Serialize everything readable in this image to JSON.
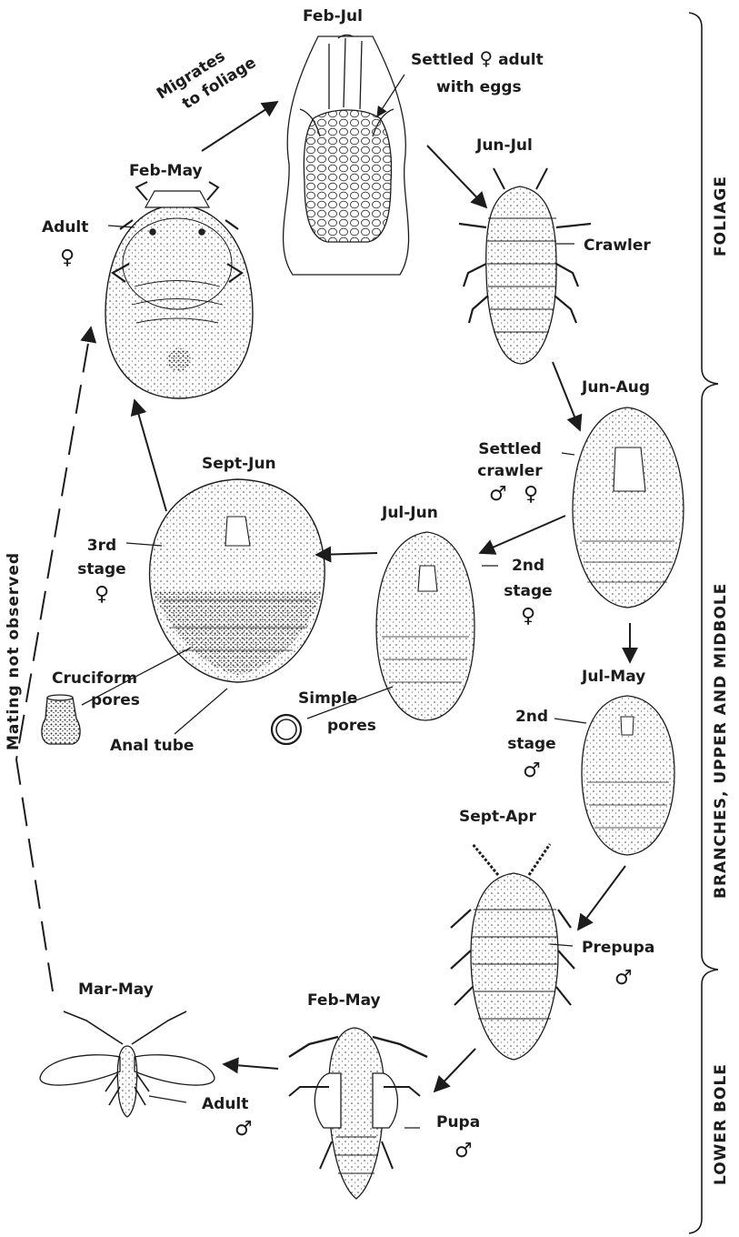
{
  "zones": {
    "foliage": "FOLIAGE",
    "branches": "BRANCHES, UPPER AND MIDBOLE",
    "lower_bole": "LOWER BOLE"
  },
  "mating": "Mating not observed",
  "migrates": [
    "Migrates",
    "to foliage"
  ],
  "symbols": {
    "female": "♀",
    "male": "♂"
  },
  "stages": {
    "adult_female": {
      "date": "Feb-May",
      "label": "Adult"
    },
    "settled_female": {
      "date": "Feb-Jul",
      "label_line1": "Settled",
      "label_line1_end": "adult",
      "label_line2": "with eggs"
    },
    "crawler": {
      "date": "Jun-Jul",
      "label": "Crawler"
    },
    "settled_crawler": {
      "date": "Jun-Aug",
      "label_line1": "Settled",
      "label_line2": "crawler"
    },
    "third_stage": {
      "date": "Sept-Jun",
      "label_line1": "3rd",
      "label_line2": "stage"
    },
    "second_female": {
      "date": "Jul-Jun",
      "label_line1": "2nd",
      "label_line2": "stage"
    },
    "second_male": {
      "date": "Jul-May",
      "label_line1": "2nd",
      "label_line2": "stage"
    },
    "prepupa": {
      "date": "Sept-Apr",
      "label": "Prepupa"
    },
    "pupa": {
      "date": "Feb-May",
      "label": "Pupa"
    },
    "adult_male": {
      "date": "Mar-May",
      "label": "Adult"
    }
  },
  "pores": {
    "cruciform_line1": "Cruciform",
    "cruciform_line2": "pores",
    "anal_tube": "Anal tube",
    "simple_line1": "Simple",
    "simple_line2": "pores"
  }
}
